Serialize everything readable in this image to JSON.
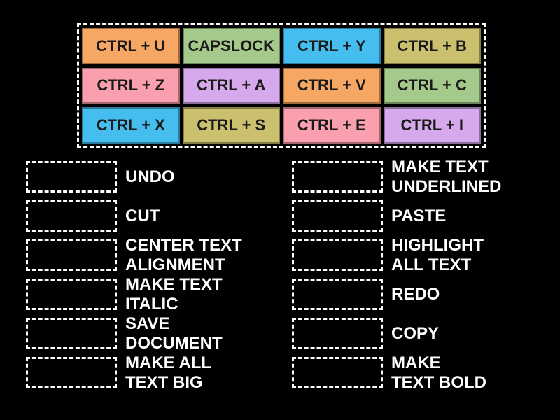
{
  "colors": {
    "background": "#000000",
    "dashed_border": "#ffffff",
    "tile_text": "#1a1a1a",
    "label_text": "#ffffff",
    "orange": "#F5A763",
    "green": "#A5C98B",
    "blue": "#45BEEF",
    "khaki": "#CBC06D",
    "pink": "#F99FAD",
    "purple": "#D6A9ED"
  },
  "pool": {
    "tiles": [
      {
        "label": "CTRL + U",
        "color": "#F5A763"
      },
      {
        "label": "CAPSLOCK",
        "color": "#A5C98B"
      },
      {
        "label": "CTRL + Y",
        "color": "#45BEEF"
      },
      {
        "label": "CTRL + B",
        "color": "#CBC06D"
      },
      {
        "label": "CTRL + Z",
        "color": "#F99FAD"
      },
      {
        "label": "CTRL + A",
        "color": "#D6A9ED"
      },
      {
        "label": "CTRL + V",
        "color": "#F5A763"
      },
      {
        "label": "CTRL + C",
        "color": "#A5C98B"
      },
      {
        "label": "CTRL + X",
        "color": "#45BEEF"
      },
      {
        "label": "CTRL + S",
        "color": "#CBC06D"
      },
      {
        "label": "CTRL + E",
        "color": "#F99FAD"
      },
      {
        "label": "CTRL + I",
        "color": "#D6A9ED"
      }
    ]
  },
  "matches": {
    "left": [
      {
        "label": "UNDO"
      },
      {
        "label": "CUT"
      },
      {
        "label": "CENTER TEXT\nALIGNMENT"
      },
      {
        "label": "MAKE TEXT\nITALIC"
      },
      {
        "label": "SAVE\nDOCUMENT"
      },
      {
        "label": "MAKE ALL\nTEXT BIG"
      }
    ],
    "right": [
      {
        "label": "MAKE TEXT\nUNDERLINED"
      },
      {
        "label": "PASTE"
      },
      {
        "label": "HIGHLIGHT\nALL TEXT"
      },
      {
        "label": "REDO"
      },
      {
        "label": "COPY"
      },
      {
        "label": "MAKE\nTEXT BOLD"
      }
    ]
  }
}
